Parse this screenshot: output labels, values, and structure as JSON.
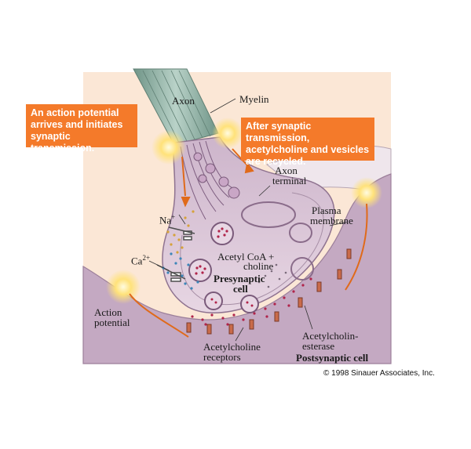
{
  "callouts": {
    "left": "An action potential arrives and initiates synaptic transmission.",
    "right": "After synaptic transmission, acetylcholine and vesicles are recycled."
  },
  "labels": {
    "axon": "Axon",
    "myelin": "Myelin",
    "axon_terminal_1": "Axon",
    "axon_terminal_2": "terminal",
    "plasma_membrane_1": "Plasma",
    "plasma_membrane_2": "membrane",
    "na": "Na",
    "na_sup": "+",
    "ca": "Ca",
    "ca_sup": "2+",
    "acetyl_coa_1": "Acetyl  CoA +",
    "acetyl_coa_2": "choline",
    "presynaptic_1": "Presynaptic",
    "presynaptic_2": "cell",
    "action_potential_1": "Action",
    "action_potential_2": "potential",
    "ach_receptors_1": "Acetylcholine",
    "ach_receptors_2": "receptors",
    "ache_1": "Acetylcholin-",
    "ache_2": "esterase",
    "postsynaptic": "Postsynaptic cell"
  },
  "copyright": "© 1998 Sinauer Associates, Inc.",
  "colors": {
    "background_panel": "#fbe7d6",
    "postsynaptic": "#c4a9c2",
    "presynaptic": "#d9c3d6",
    "myelin": "#8fb0a5",
    "callout": "#f47a2a",
    "ach_dots": "#b0244a",
    "ca_dots": "#3d86b8",
    "na_dots": "#d6a23a"
  }
}
